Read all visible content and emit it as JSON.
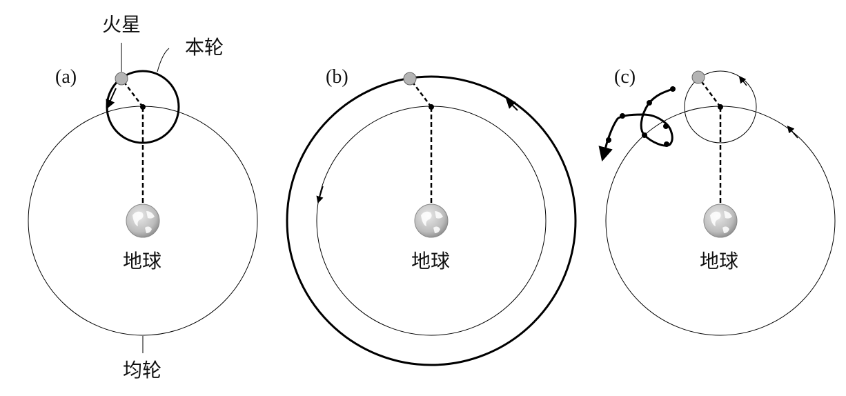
{
  "panels": [
    {
      "label": "(a)",
      "earth_label": "地球"
    },
    {
      "label": "(b)",
      "earth_label": "地球"
    },
    {
      "label": "(c)",
      "earth_label": "地球"
    }
  ],
  "callouts": {
    "mars": "火星",
    "epicycle": "本轮",
    "deferent": "均轮"
  },
  "colors": {
    "planet_fill": "#b4b4b4",
    "earth_fill": "#c8c8c8",
    "stroke": "#000000"
  }
}
